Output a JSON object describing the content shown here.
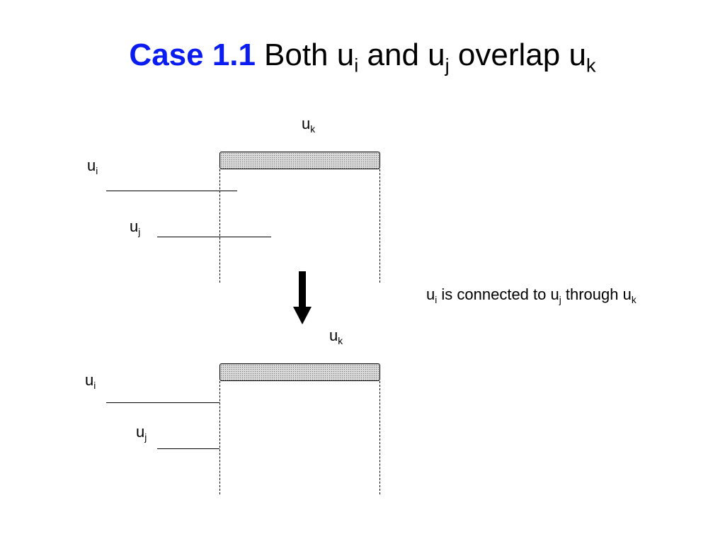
{
  "title": {
    "case": "Case 1.1",
    "t1": "Both u",
    "s1": "i",
    "t2": " and u",
    "s2": "j",
    "t3": " overlap u",
    "s3": "k"
  },
  "labels": {
    "u": "u",
    "i": "i",
    "j": "j",
    "k": "k"
  },
  "note": {
    "p1": "u",
    "s1": "i",
    "p2": " is connected to u",
    "s2": "j",
    "p3": " through u",
    "s3": "k"
  },
  "colors": {
    "case_blue": "#0a1cf0",
    "bar_fill": "#d8d8d8"
  },
  "icons": {
    "arrow": "down-arrow-icon"
  }
}
